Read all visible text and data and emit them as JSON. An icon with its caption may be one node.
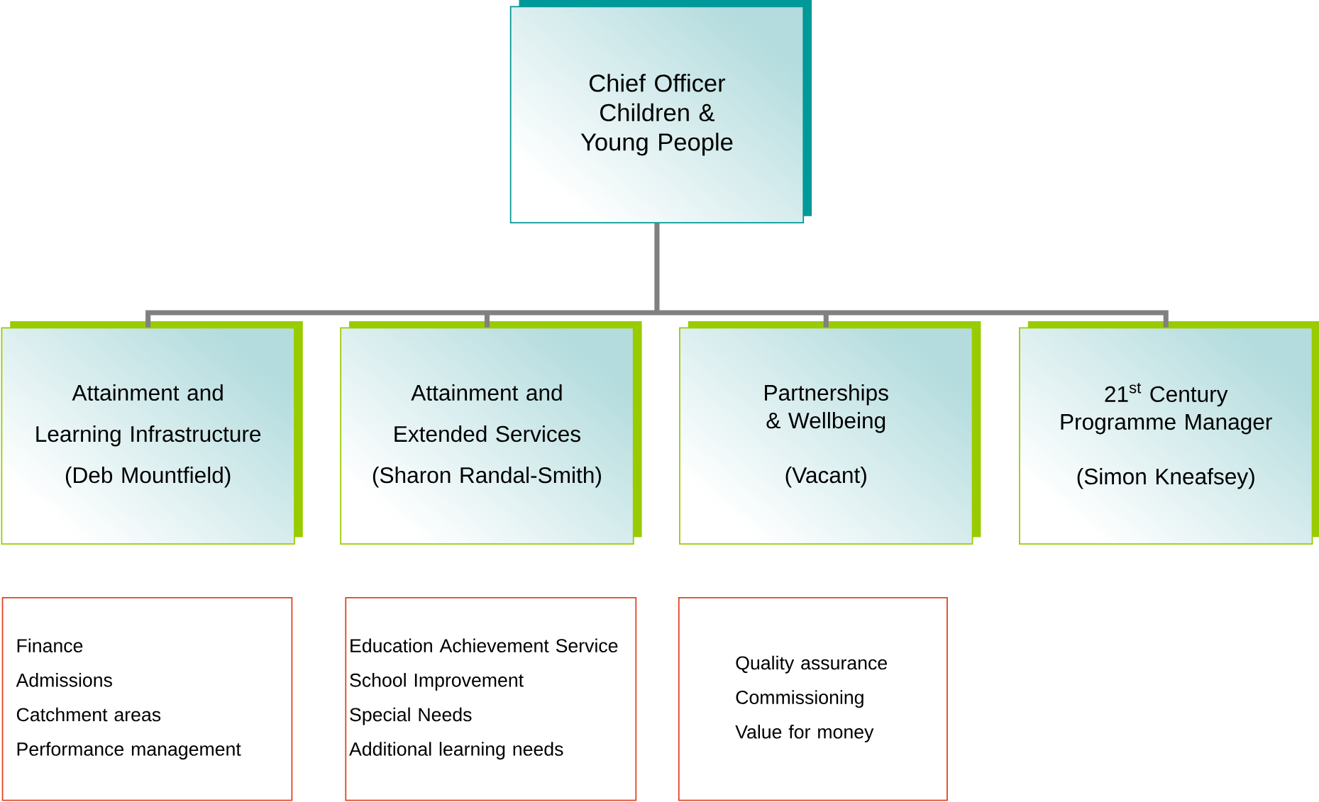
{
  "diagram": {
    "nodes": [
      {
        "text": [
          "Chief Officer Children & Young People"
        ]
      },
      {
        "text": [
          "Attainment and",
          "Learning Infrastructure",
          "(Deb Mountfield)"
        ]
      },
      {
        "text": [
          "Attainment and",
          "Extended Services",
          "(Sharon Randal-Smith)"
        ]
      },
      {
        "text": [
          "Partnerships & Wellbeing",
          "(Vacant)"
        ]
      },
      {
        "text": [
          "21$^{st}$ Century Programme Manager",
          "(Simon Kneafsey)"
        ]
      },
      {
        "text": [
          "Finance",
          "Admissions",
          "Catchment areas",
          "Performance management"
        ]
      },
      {
        "text": [
          "Education Achievement Service",
          "School Improvement",
          "Special Needs",
          "Additional learning needs"
        ]
      },
      {
        "text": [
          "Quality assurance",
          "Commissioning",
          "Value for money"
        ]
      }
    ],
    "edges": [
      {
        "from": 0,
        "to": 1,
        "arrow": "none"
      },
      {
        "from": 0,
        "to": 2,
        "arrow": "none"
      },
      {
        "from": 0,
        "to": 3,
        "arrow": "none"
      },
      {
        "from": 0,
        "to": 4,
        "arrow": "none"
      }
    ]
  }
}
